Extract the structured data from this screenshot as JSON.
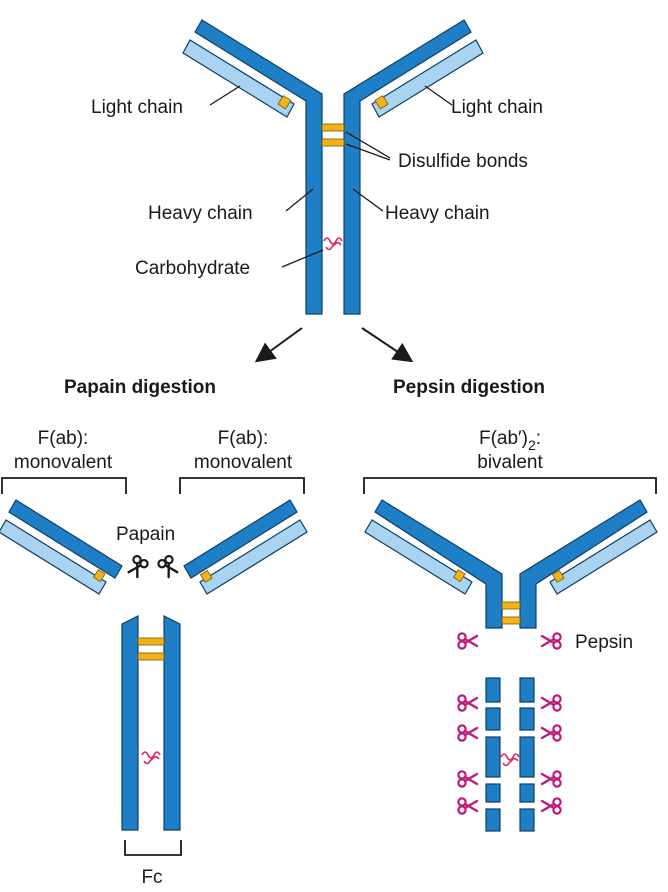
{
  "labels": {
    "light_chain_left": "Light chain",
    "light_chain_right": "Light chain",
    "disulfide_bonds": "Disulfide bonds",
    "heavy_chain_left": "Heavy chain",
    "heavy_chain_right": "Heavy chain",
    "carbohydrate": "Carbohydrate"
  },
  "papain": {
    "heading": "Papain digestion",
    "fab_left_line1": "F(ab):",
    "fab_left_line2": "monovalent",
    "fab_right_line1": "F(ab):",
    "fab_right_line2": "monovalent",
    "enzyme": "Papain",
    "fc": "Fc"
  },
  "pepsin": {
    "heading": "Pepsin digestion",
    "fab2_prefix": "F(ab′)",
    "fab2_sub": "2",
    "fab2_suffix": ":",
    "fab2_line2": "bivalent",
    "enzyme": "Pepsin"
  },
  "colors": {
    "heavy_chain": "#1f7fc6",
    "light_chain": "#a9d3f0",
    "disulfide": "#f2b21a",
    "carbohydrate": "#e0245e",
    "scissors_pepsin": "#c0187a"
  },
  "icons": [
    "papain-scissors-icon",
    "pepsin-scissors-icon",
    "carbohydrate-icon"
  ]
}
